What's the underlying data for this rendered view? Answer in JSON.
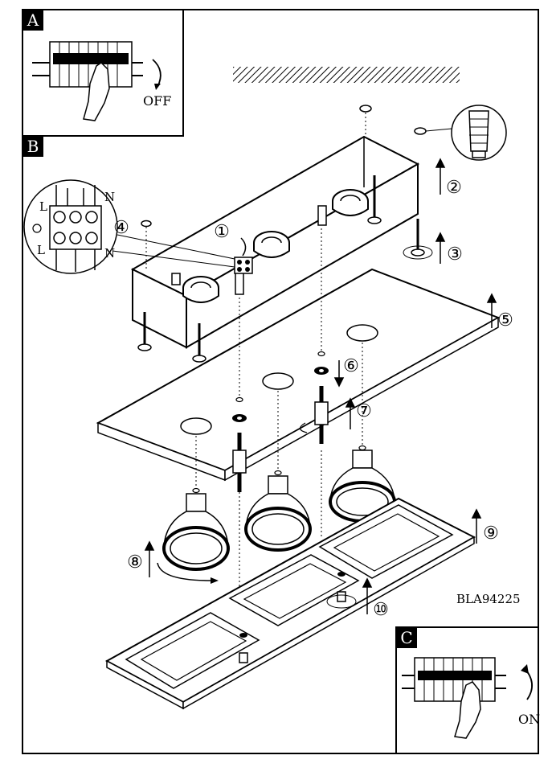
{
  "panels": {
    "a_label": "A",
    "b_label": "B",
    "c_label": "C"
  },
  "switch_states": {
    "off_text": "OFF",
    "on_text": "ON"
  },
  "wiring": {
    "l_top": "L",
    "n_top": "N",
    "l_bottom": "L",
    "n_bottom": "N"
  },
  "steps": [
    "①",
    "②",
    "③",
    "④",
    "⑤",
    "⑥",
    "⑦",
    "⑧",
    "⑨",
    "⑩"
  ],
  "model_code": "BLA94225"
}
